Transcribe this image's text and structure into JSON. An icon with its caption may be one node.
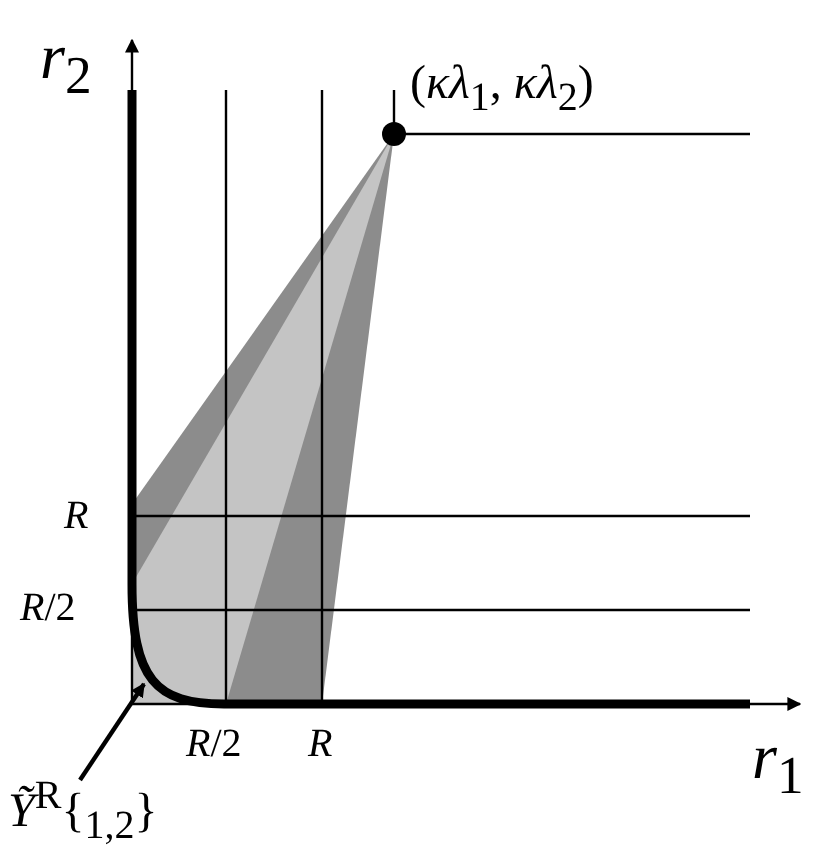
{
  "diagram": {
    "nodes": [
      {
        "text": [
          "*Ỹ*$^{R}${$_{1,2}$}"
        ]
      },
      {
        "text": [],
        "shape": "curve"
      }
    ],
    "edges": [
      {
        "from": 0,
        "to": 1,
        "arrow": "to"
      }
    ],
    "labels": [
      "*r*$_{2}$",
      "(*κλ*$_{1}$, *κλ*$_{2}$)",
      "*R*",
      "*R*/2",
      "*R*/2",
      "*R*",
      "*r*$_{1}$"
    ]
  }
}
